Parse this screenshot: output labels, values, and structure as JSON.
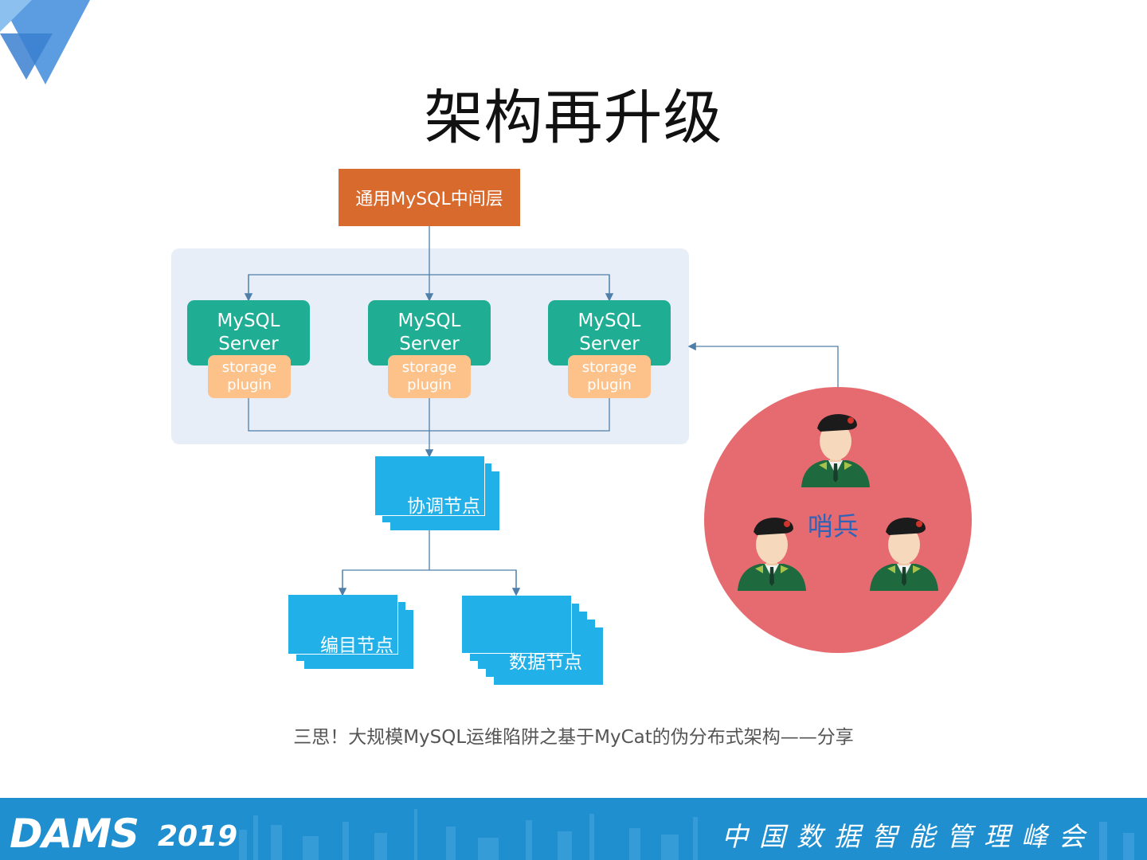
{
  "title": "架构再升级",
  "middleware": {
    "label": "通用MySQL中间层"
  },
  "servers": [
    {
      "line1": "MySQL",
      "line2": "Server",
      "plugin1": "storage",
      "plugin2": "plugin"
    },
    {
      "line1": "MySQL",
      "line2": "Server",
      "plugin1": "storage",
      "plugin2": "plugin"
    },
    {
      "line1": "MySQL",
      "line2": "Server",
      "plugin1": "storage",
      "plugin2": "plugin"
    }
  ],
  "nodes": {
    "coordinator": "协调节点",
    "catalog": "编目节点",
    "data": "数据节点"
  },
  "sentinel": {
    "label": "哨兵"
  },
  "caption": "三思！大规模MySQL运维陷阱之基于MyCat的伪分布式架构——分享",
  "footer": {
    "logo": "DAMS",
    "year": "2019",
    "text": "中国数据智能管理峰会"
  },
  "colors": {
    "middleware": "#d96a2e",
    "server": "#1fae94",
    "plugin": "#fcc28a",
    "node": "#21b0e8",
    "sentinel": "#e66b70",
    "footer": "#1f8fd0"
  }
}
